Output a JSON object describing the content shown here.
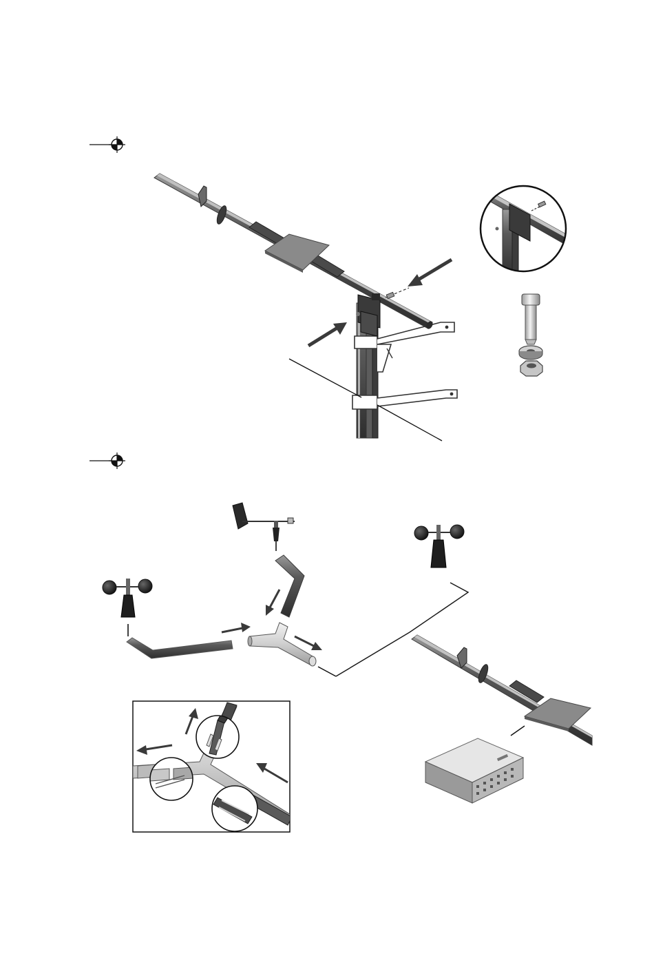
{
  "page": {
    "background": "#ffffff",
    "ink_color": "#1a1a1a",
    "metal_dark": "#4a4a4a",
    "metal_light": "#d8d8d8"
  },
  "figures": [
    {
      "id": "crossarm-mount",
      "icon": "crossarm-mast-assembly"
    },
    {
      "id": "sensor-cabling",
      "icon": "sensor-wiring-assembly"
    }
  ],
  "icons": {
    "registration_mark": "registration-mark-icon",
    "bolt": "bolt-icon",
    "washer": "washer-icon",
    "nut": "nut-icon",
    "anemometer": "anemometer-icon",
    "wind_vane": "wind-vane-icon",
    "y_connector": "y-connector-icon",
    "data_logger": "data-logger-icon",
    "arrow": "arrow-icon"
  }
}
